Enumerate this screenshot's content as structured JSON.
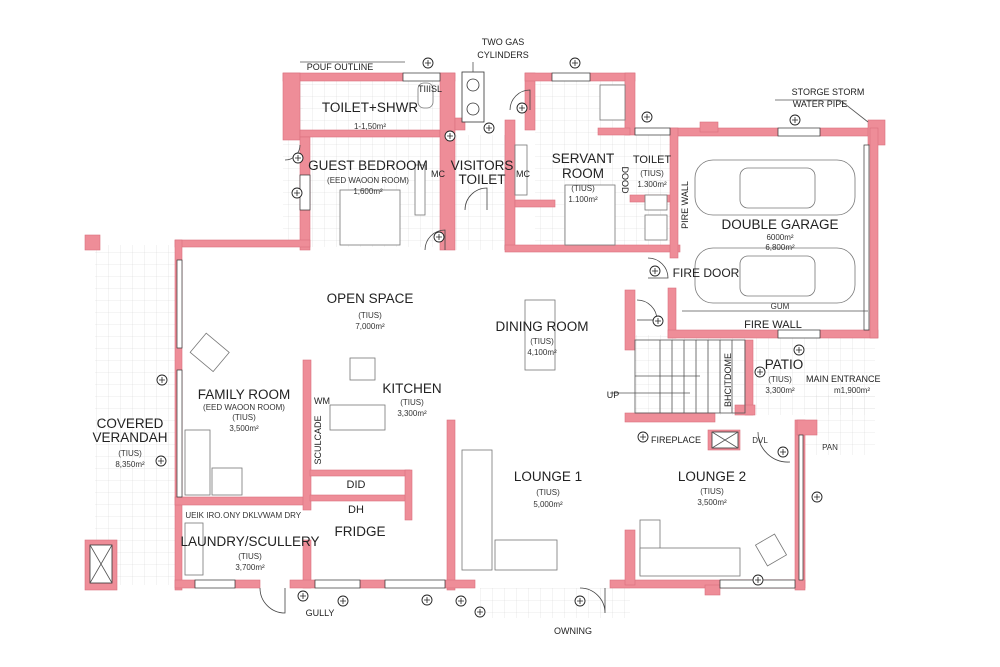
{
  "colors": {
    "wall": "#ee8d98",
    "line": "#555555",
    "background": "#ffffff"
  },
  "rooms": {
    "toilet_shwr": {
      "name": "TOILET+SHWR",
      "area": "1-1,50m²",
      "tag": "TIIISL"
    },
    "guest_bedroom": {
      "name": "GUEST BEDROOM",
      "subtitle": "(EED WAOON ROOM)",
      "area": "1,600m²"
    },
    "visitors_toilet": {
      "name_line1": "VISITORS",
      "name_line2": "TOILET"
    },
    "servant_room": {
      "name_line1": "SERVANT",
      "name_line2": "ROOM",
      "subtitle": "(TIUS)",
      "area": "1.100m²"
    },
    "toilet": {
      "name": "TOILET",
      "subtitle": "(TIUS)",
      "area": "1.300m²"
    },
    "double_garage": {
      "name": "DOUBLE GARAGE",
      "area1": "6000m²",
      "area2": "6,800m²"
    },
    "open_space": {
      "name": "OPEN SPACE",
      "subtitle": "(TIUS)",
      "area": "7,000m²"
    },
    "dining_room": {
      "name": "DINING ROOM",
      "subtitle": "(TIUS)",
      "area": "4,100m²"
    },
    "family_room": {
      "name": "FAMILY ROOM",
      "subtitle": "(EED WAOON ROOM)",
      "subtitle2": "(TIUS)",
      "area": "3,500m²"
    },
    "kitchen": {
      "name": "KITCHEN",
      "subtitle": "(TIUS)",
      "area": "3,300m²"
    },
    "covered_verandah": {
      "name_line1": "COVERED",
      "name_line2": "VERANDAH",
      "subtitle": "(TIUS)",
      "area": "8,350m²"
    },
    "laundry": {
      "name": "LAUNDRY/SCULLERY",
      "subtitle": "(TIUS)",
      "area": "3,700m²"
    },
    "lounge1": {
      "name": "LOUNGE 1",
      "subtitle": "(TIUS)",
      "area": "5,000m²"
    },
    "lounge2": {
      "name": "LOUNGE 2",
      "subtitle": "(TIUS)",
      "area": "3,500m²"
    },
    "patio": {
      "name": "PATIO",
      "subtitle": "(TIUS)",
      "area": "3,300m²"
    },
    "main_entrance": {
      "name": "MAIN ENTRANCE",
      "area": "m1,900m²"
    }
  },
  "annotations": {
    "pouf_outline": "POUF OUTLINE",
    "gas_line1": "TWO GAS",
    "gas_line2": "CYLINDERS",
    "storm_line1": "STORGE STORM",
    "storm_line2": "WATER PIPE",
    "mc1": "MC",
    "mc2": "MC",
    "fire_wall_vertical": "PIRE WALL",
    "fire_door": "FIRE DOOR",
    "fire_wall": "FIRE WALL",
    "gum": "GUM",
    "wm": "WM",
    "did": "DID",
    "dh": "DH",
    "fridge": "FRIDGE",
    "sculcade": "SCULCADE",
    "up": "UP",
    "bedroom_vertical": "BHCITDOME",
    "fireplace": "FIREPLACE",
    "gully": "GULLY",
    "owning": "OWNING",
    "laundry_appl1": "UEIK IRO.",
    "laundry_appl2": "ONY DKLV",
    "laundry_appl3": "WAM DRY",
    "dode": "DOOD",
    "dvl": "DVL",
    "pan": "PAN"
  },
  "icons": {
    "light_fixture": "circled-cross-icon",
    "car": "car-icon",
    "door_swing": "door-swing-icon"
  }
}
